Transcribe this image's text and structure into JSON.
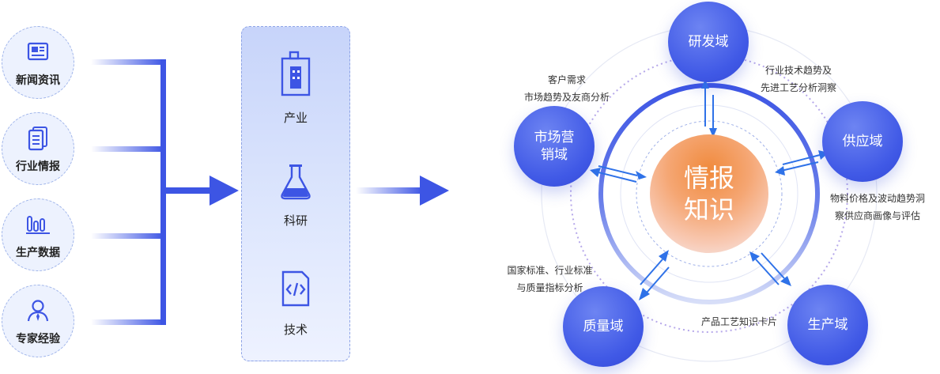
{
  "sources": [
    {
      "label": "新闻资讯",
      "icon": "news-icon"
    },
    {
      "label": "行业情报",
      "icon": "document-icon"
    },
    {
      "label": "生产数据",
      "icon": "bar-chart-icon"
    },
    {
      "label": "专家经验",
      "icon": "expert-icon"
    }
  ],
  "categories": [
    {
      "label": "产业",
      "icon": "building-icon"
    },
    {
      "label": "科研",
      "icon": "flask-icon"
    },
    {
      "label": "技术",
      "icon": "code-doc-icon"
    }
  ],
  "center": {
    "line1": "情报",
    "line2": "知识"
  },
  "domains": {
    "rd": "研发域",
    "supply": "供应域",
    "production": "生产域",
    "quality": "质量域",
    "marketing_line1": "市场营",
    "marketing_line2": "销域"
  },
  "annotations": {
    "marketing_1": "客户需求",
    "marketing_2": "市场趋势及友商分析",
    "rd_1": "行业技术趋势及",
    "rd_2": "先进工艺分析洞察",
    "supply_1": "物料价格及波动趋势洞",
    "supply_2": "察供应商画像与评估",
    "quality_1": "国家标准、行业标准",
    "quality_2": "与质量指标分析",
    "production_1": "产品工艺知识卡片"
  },
  "colors": {
    "primary": "#3d55e4",
    "orange": "#f08a3c",
    "light": "#edf2fe"
  }
}
